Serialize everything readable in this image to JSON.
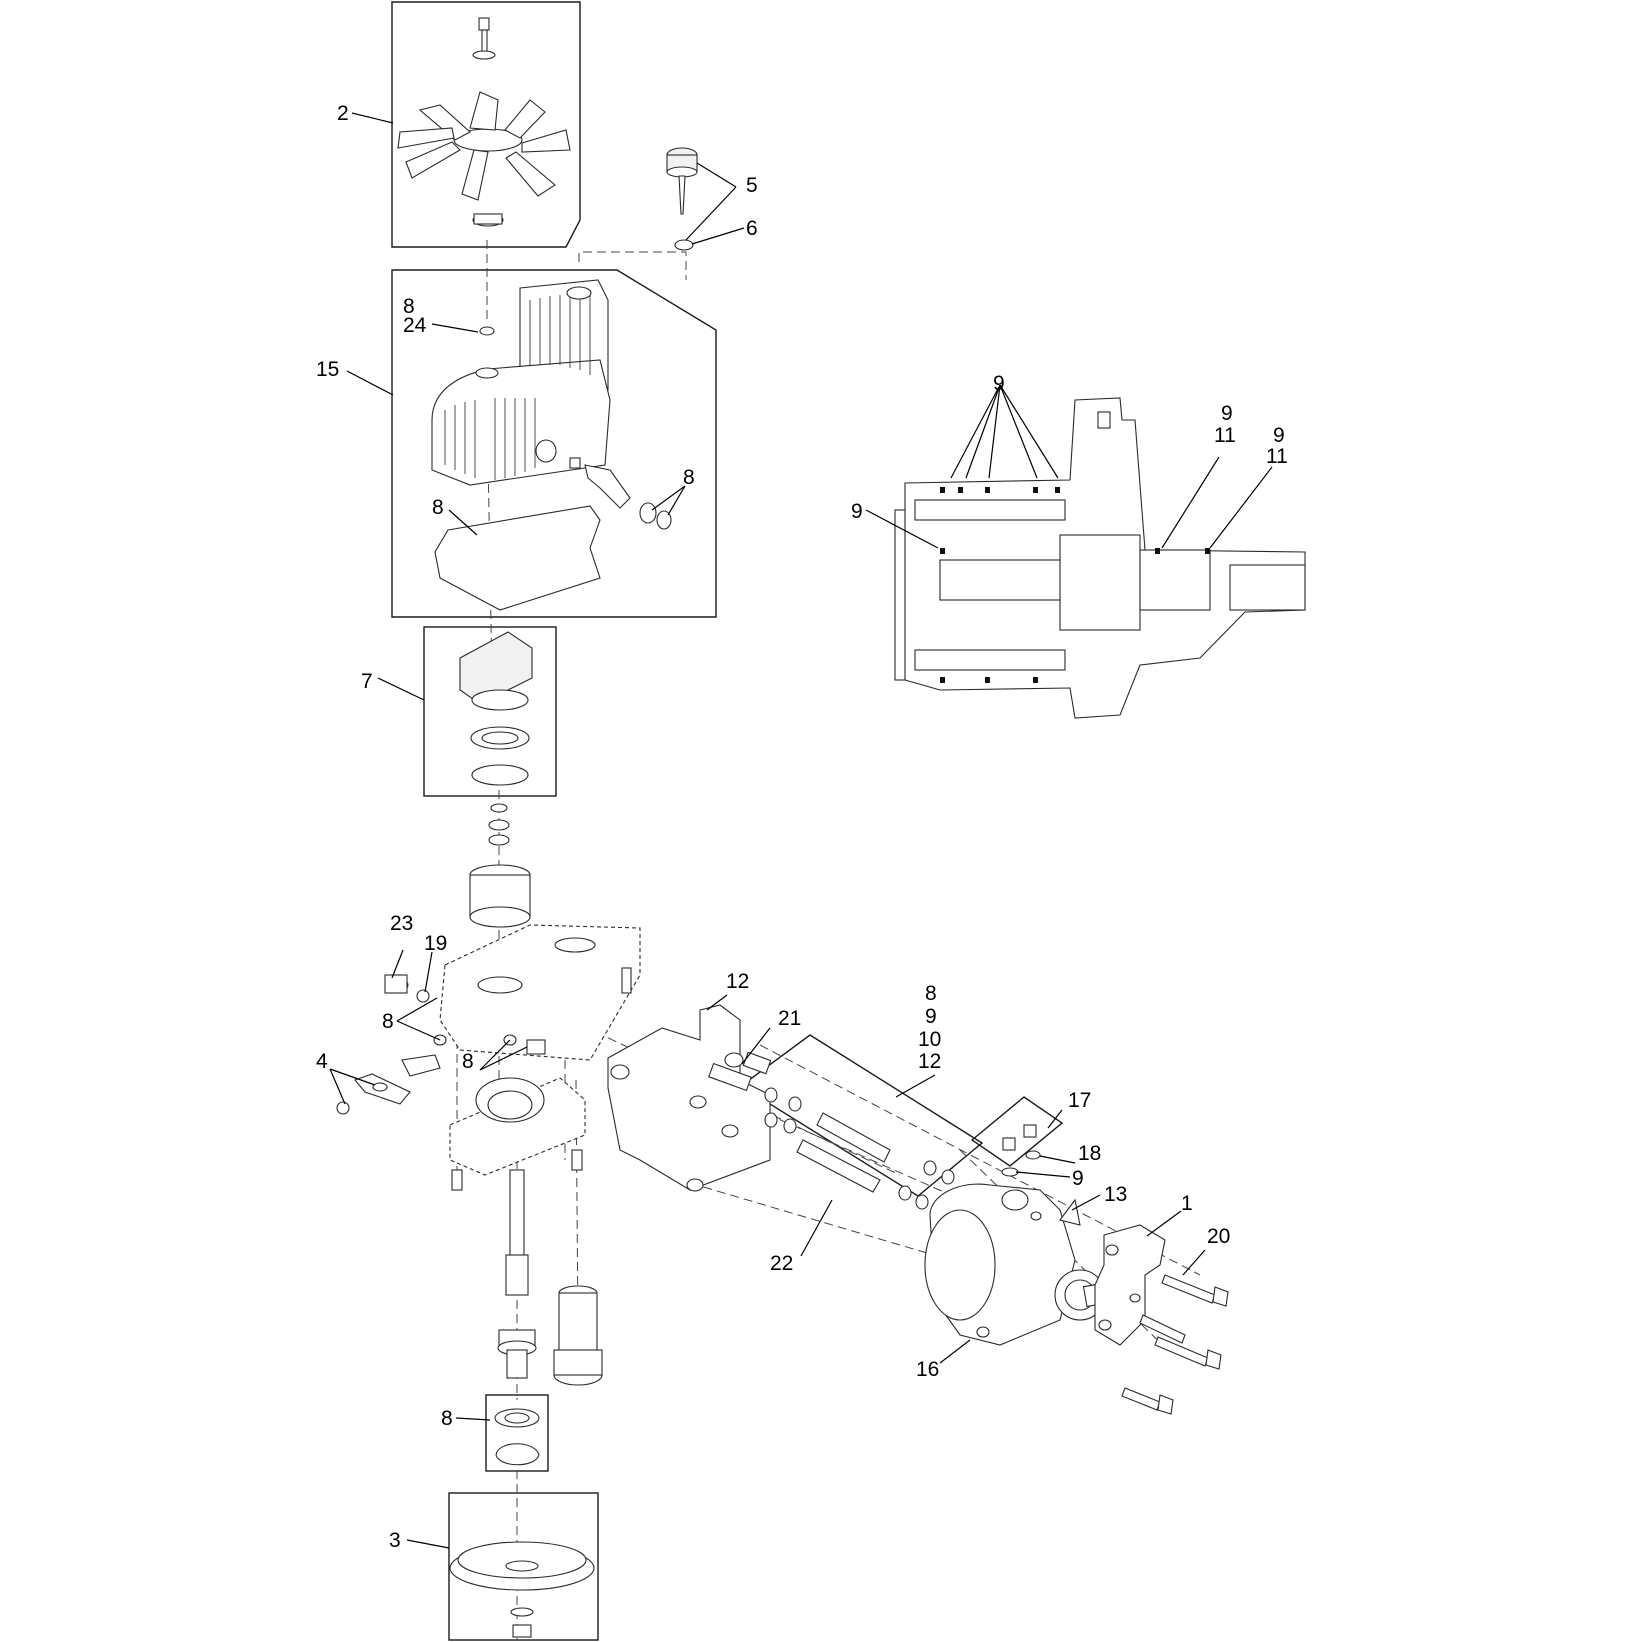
{
  "callouts": {
    "c1": "1",
    "c2": "2",
    "c3": "3",
    "c4": "4",
    "c5": "5",
    "c6": "6",
    "c7": "7",
    "c8_a": "8",
    "c8_b": "8",
    "c8_c": "8",
    "c8_d": "8",
    "c8_e": "8",
    "c8_f": "8",
    "c8_g": "8",
    "c9_a": "9",
    "c9_b": "9",
    "c9_c": "9",
    "c9_d": "9",
    "c9_e": "9",
    "c9_f": "9",
    "c10": "10",
    "c11_a": "11",
    "c11_b": "11",
    "c12_a": "12",
    "c12_b": "12",
    "c13": "13",
    "c15": "15",
    "c16": "16",
    "c17": "17",
    "c18": "18",
    "c19": "19",
    "c20": "20",
    "c21": "21",
    "c22": "22",
    "c23": "23",
    "c24": "24"
  }
}
